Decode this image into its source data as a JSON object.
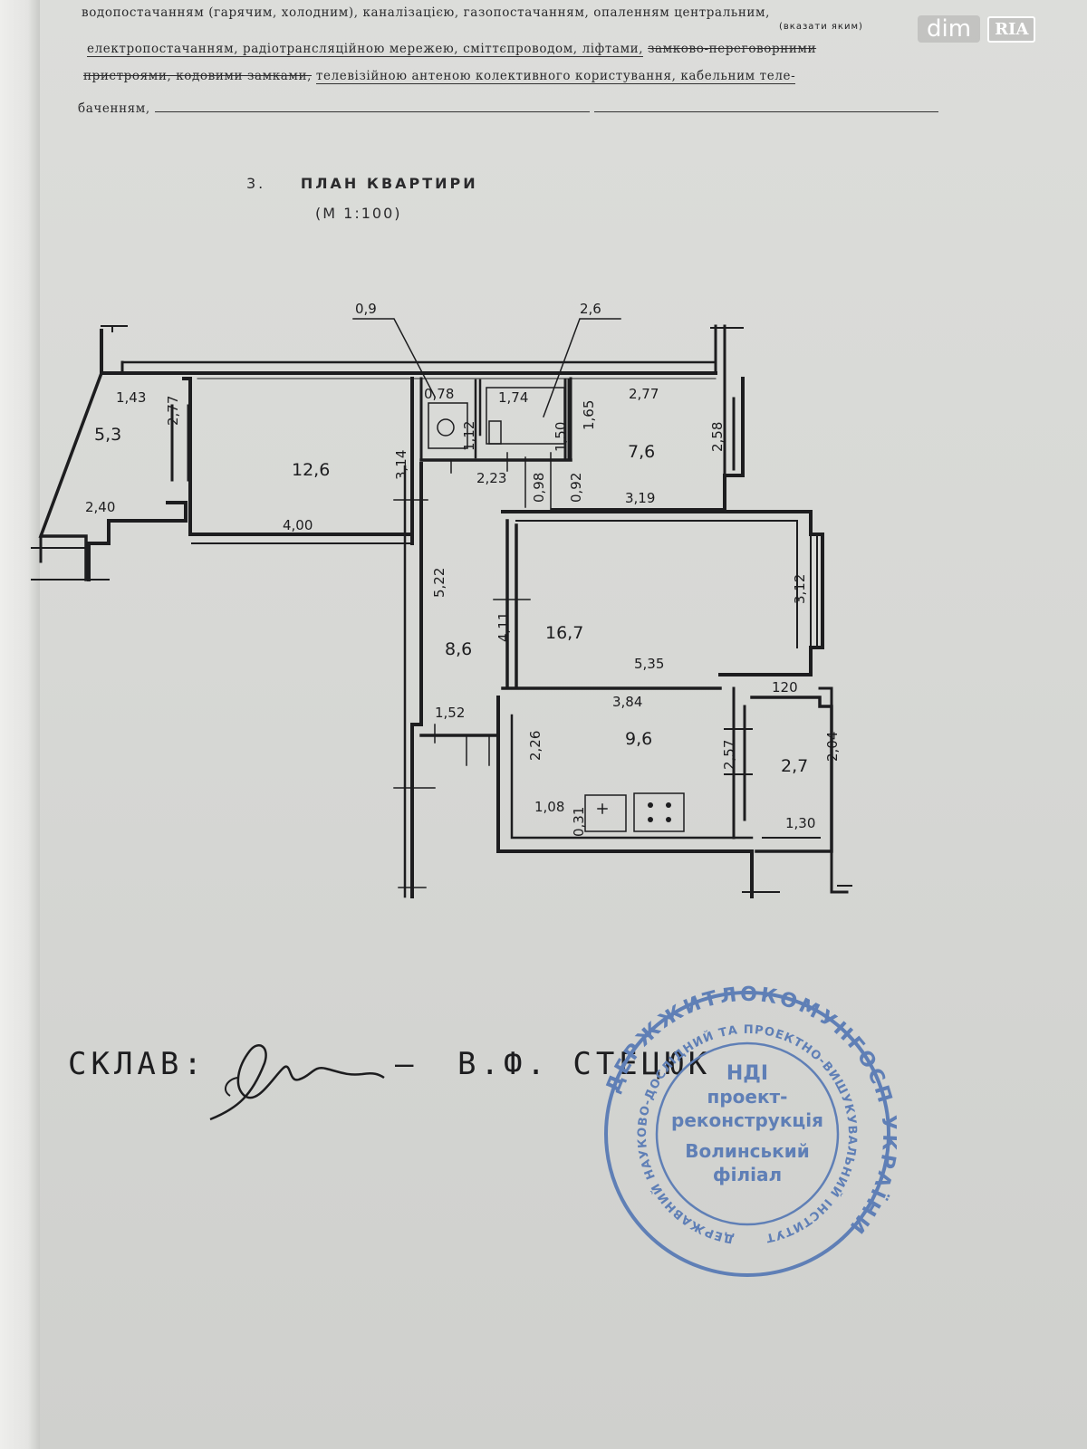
{
  "utilities": {
    "line1": "водопостачанням (гарячим, холодним), каналізацією, газопостачанням, опаленням центральним,",
    "hint": "(вказати яким)",
    "line2_a": "електропостачанням, радіотрансляційною мережею, сміттєпроводом, ліфтами,",
    "line2_b": "замково-переговорними",
    "line3_a": "пристроями, кодовими замками,",
    "line3_b": "телевізійною антеною колективного користування, кабельним теле-",
    "line4": "баченням,"
  },
  "plan": {
    "section_number": "3.",
    "title": "ПЛАН КВАРТИРИ",
    "scale": "(М 1:100)"
  },
  "dimensions": {
    "d_0_9": "0,9",
    "d_2_6": "2,6",
    "d_1_43": "1,43",
    "d_2_77_left": "2,77",
    "d_5_3": "5,3",
    "d_2_40": "2,40",
    "d_12_6": "12,6",
    "d_3_14": "3,14",
    "d_4_00": "4,00",
    "d_0_78": "0,78",
    "d_1_74": "1,74",
    "d_1_12": "1,12",
    "d_1_50": "1,50",
    "d_1_65": "1,65",
    "d_2_77_right": "2,77",
    "d_7_6": "7,6",
    "d_2_58": "2,58",
    "d_2_23": "2,23",
    "d_0_98": "0,98",
    "d_0_92": "0,92",
    "d_3_19": "3,19",
    "d_5_22": "5,22",
    "d_4_11": "4,11",
    "d_8_6": "8,6",
    "d_16_7": "16,7",
    "d_3_12": "3,12",
    "d_5_35": "5,35",
    "d_3_84": "3,84",
    "d_1_20": "120",
    "d_1_52": "1,52",
    "d_9_6": "9,6",
    "d_2_26": "2,26",
    "d_2_57": "2,57",
    "d_2_7": "2,7",
    "d_2_04": "2,04",
    "d_1_08": "1,08",
    "d_0_31": "0,31",
    "d_1_30": "1,30"
  },
  "signature": {
    "label": "СКЛАВ:",
    "dash": "–",
    "author": "В.Ф. СТЕЦЮК"
  },
  "stamp": {
    "outer_text": "ДЕРЖЖИТЛОКОМУНГОСП УКРАЇНИ",
    "ring_text": "ДЕРЖАВНИЙ НАУКОВО-ДОСЛІДНИЙ ТА ПРОЕКТНО-ВИШУКУВАЛЬНИЙ ІНСТИТУТ",
    "line1": "НДІ",
    "line2": "проект-",
    "line3": "реконструкція",
    "line4": "Волинський",
    "line5": "філіал"
  },
  "watermark": {
    "text_dim": "dim",
    "text_ria": "RIA"
  },
  "colors": {
    "stamp": "#5f7fb6",
    "ink": "#1d1d1f"
  }
}
